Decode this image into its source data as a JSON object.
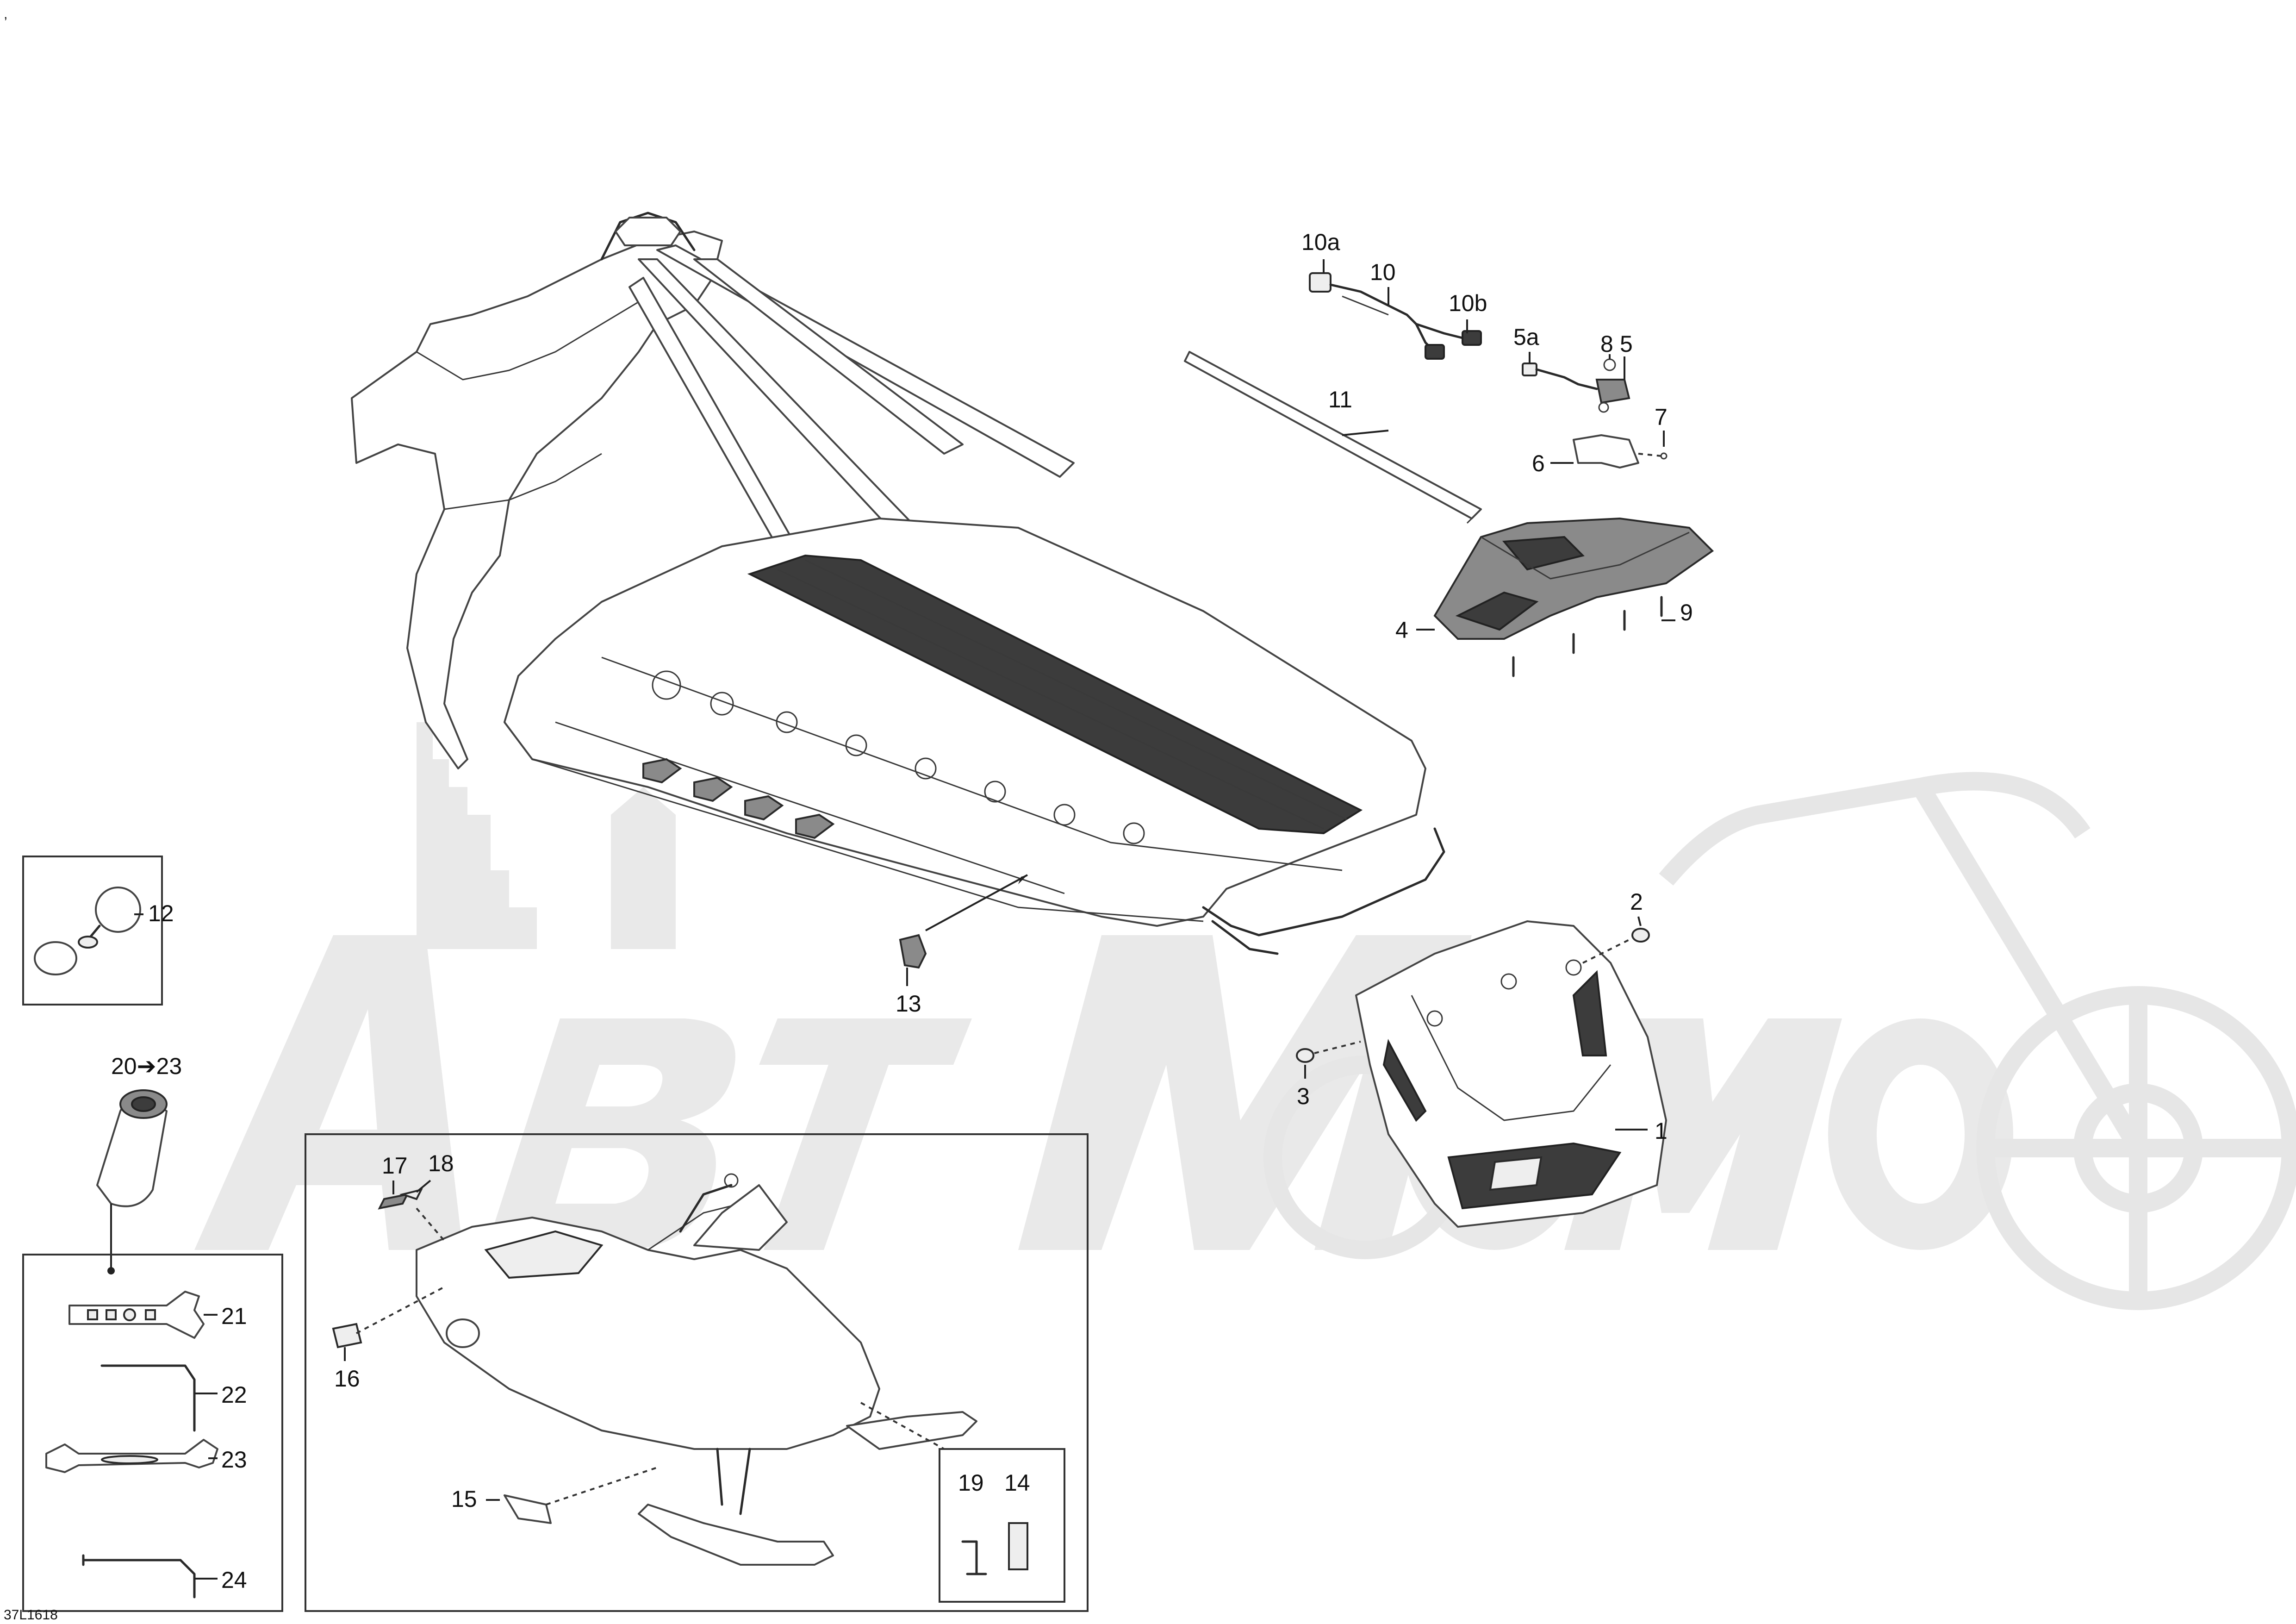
{
  "corner_mark": ",",
  "diagram_code": "37L1618",
  "watermark_text": "АвтоМото",
  "callouts": {
    "c1": "1",
    "c2": "2",
    "c3": "3",
    "c4": "4",
    "c5": "5",
    "c5a": "5a",
    "c6": "6",
    "c7": "7",
    "c8": "8",
    "c9": "9",
    "c10": "10",
    "c10a": "10a",
    "c10b": "10b",
    "c11": "11",
    "c12": "12",
    "c13": "13",
    "c14": "14",
    "c15": "15",
    "c16": "16",
    "c17": "17",
    "c18": "18",
    "c19": "19",
    "c20_23": "20➔23",
    "c21": "21",
    "c22": "22",
    "c23": "23",
    "c24": "24"
  },
  "icons": [
    "chassis-frame-icon",
    "hood-panel-icon",
    "console-icon",
    "harness-icon",
    "strap-icon",
    "snowmobile-icon",
    "tool-pouch-icon",
    "wrench-icon",
    "allen-key-icon",
    "mirror-icon"
  ]
}
